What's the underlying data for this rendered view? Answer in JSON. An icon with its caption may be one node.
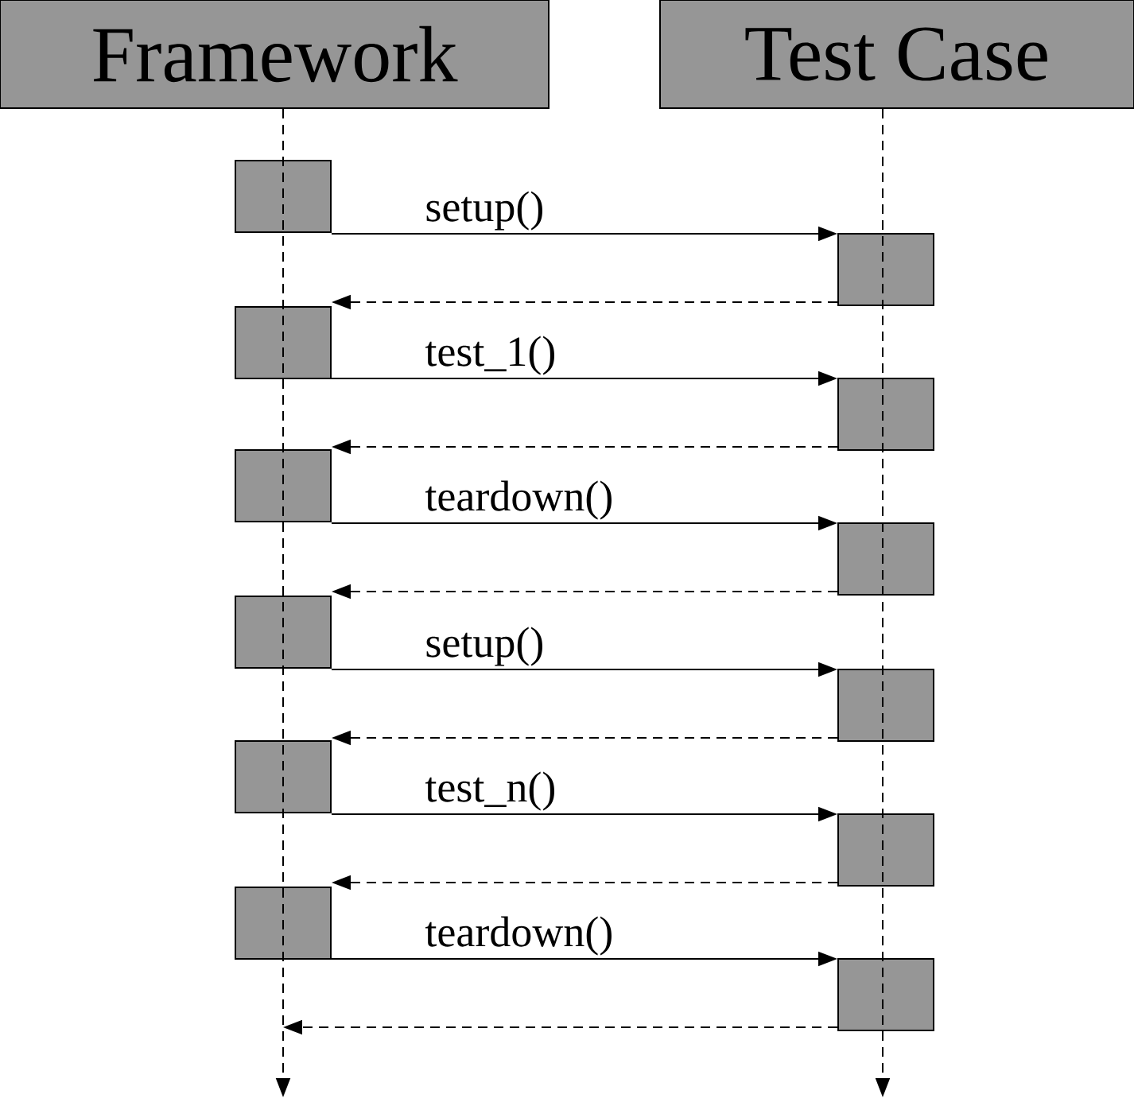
{
  "diagram": {
    "nodes": [
      {
        "text": [
          "Framework"
        ]
      },
      {
        "text": [
          "Test Case"
        ]
      },
      {
        "text": [],
        "shape": "box"
      },
      {
        "text": [],
        "shape": "box"
      },
      {
        "text": [],
        "shape": "box"
      },
      {
        "text": [],
        "shape": "box"
      },
      {
        "text": [],
        "shape": "box"
      },
      {
        "text": [],
        "shape": "box"
      },
      {
        "text": [],
        "shape": "box"
      },
      {
        "text": [],
        "shape": "box"
      },
      {
        "text": [],
        "shape": "box"
      },
      {
        "text": [],
        "shape": "box"
      },
      {
        "text": [],
        "shape": "box"
      },
      {
        "text": [],
        "shape": "box"
      }
    ],
    "edges": [
      {
        "from": 0,
        "to": null,
        "arrow": "to",
        "style": "dashed"
      },
      {
        "from": 1,
        "to": null,
        "arrow": "to",
        "style": "dashed"
      },
      {
        "from": 2,
        "to": 3,
        "arrow": "to",
        "label": "setup()"
      },
      {
        "from": 3,
        "to": 4,
        "arrow": "to",
        "style": "dashed"
      },
      {
        "from": 4,
        "to": 5,
        "arrow": "to",
        "label": "test_1()"
      },
      {
        "from": 5,
        "to": 6,
        "arrow": "to",
        "style": "dashed"
      },
      {
        "from": 6,
        "to": 7,
        "arrow": "to",
        "label": "teardown()"
      },
      {
        "from": 7,
        "to": 8,
        "arrow": "to",
        "style": "dashed"
      },
      {
        "from": 8,
        "to": 9,
        "arrow": "to",
        "label": "setup()"
      },
      {
        "from": 9,
        "to": 10,
        "arrow": "to",
        "style": "dashed"
      },
      {
        "from": 10,
        "to": 11,
        "arrow": "to",
        "label": "test_n()"
      },
      {
        "from": 11,
        "to": 12,
        "arrow": "to",
        "style": "dashed"
      },
      {
        "from": 12,
        "to": 13,
        "arrow": "to",
        "label": "teardown()"
      },
      {
        "from": 13,
        "to": null,
        "arrow": "to",
        "style": "dashed"
      }
    ]
  }
}
